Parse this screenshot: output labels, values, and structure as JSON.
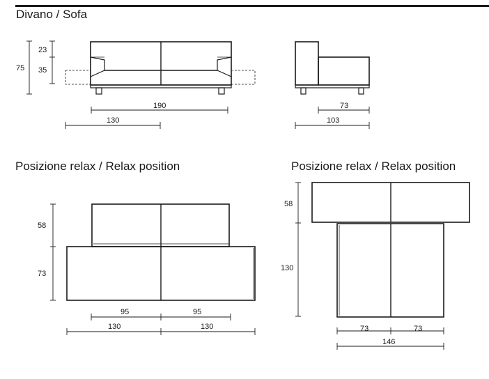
{
  "titles": {
    "sofa": "Divano / Sofa",
    "relax_left": "Posizione relax / Relax position",
    "relax_right": "Posizione relax / Relax position"
  },
  "dimensions": {
    "front_total_height": "75",
    "front_back_height": "23",
    "front_seat_height": "35",
    "front_width": "190",
    "front_extended_width": "130",
    "side_seat_depth": "73",
    "side_total_depth": "103",
    "relax1_back_depth": "58",
    "relax1_seat_depth": "73",
    "relax1_module_a": "95",
    "relax1_module_b": "95",
    "relax1_width_a": "130",
    "relax1_width_b": "130",
    "relax2_back_depth": "58",
    "relax2_seat_length": "130",
    "relax2_module_a": "73",
    "relax2_module_b": "73",
    "relax2_total_width": "146"
  }
}
